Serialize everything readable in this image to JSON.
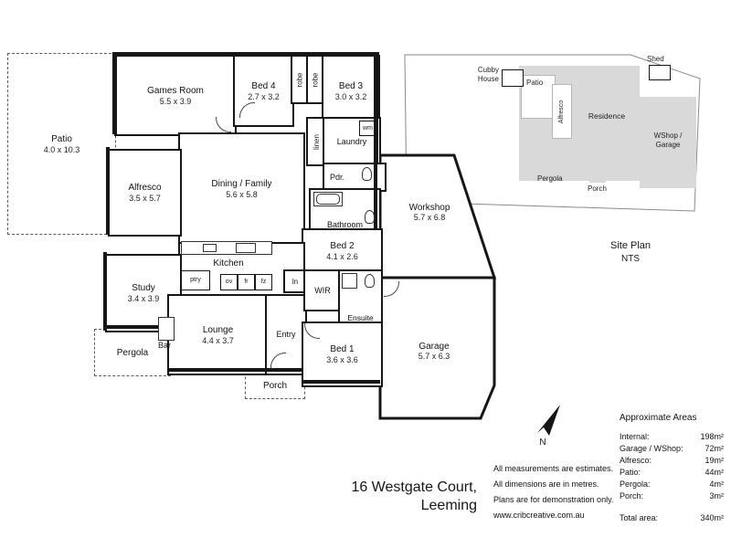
{
  "address": {
    "line1": "16 Westgate Court,",
    "line2": "Leeming"
  },
  "disclaimers": {
    "line1": "All measurements are estimates.",
    "line2": "All dimensions are in metres.",
    "line3": "Plans are for demonstration only.",
    "line4": "www.cribcreative.com.au"
  },
  "north_label": "N",
  "site_plan": {
    "title": "Site Plan",
    "scale": "NTS",
    "cubby_house": "Cubby House",
    "shed": "Shed",
    "patio": "Patio",
    "alfresco": "Alfresco",
    "residence": "Residence",
    "wshop_garage": "WShop / Garage",
    "pergola": "Pergola",
    "porch": "Porch"
  },
  "areas": {
    "title": "Approximate Areas",
    "rows": [
      {
        "label": "Internal:",
        "value": "198m²"
      },
      {
        "label": "Garage / WShop:",
        "value": "72m²"
      },
      {
        "label": "Alfresco:",
        "value": "19m²"
      },
      {
        "label": "Patio:",
        "value": "44m²"
      },
      {
        "label": "Pergola:",
        "value": "4m²"
      },
      {
        "label": "Porch:",
        "value": "3m²"
      }
    ],
    "total": {
      "label": "Total area:",
      "value": "340m²"
    }
  },
  "rooms": {
    "patio": {
      "name": "Patio",
      "dims": "4.0 x 10.3"
    },
    "games": {
      "name": "Games Room",
      "dims": "5.5 x 3.9"
    },
    "bed4": {
      "name": "Bed 4",
      "dims": "2.7 x 3.2"
    },
    "robe": {
      "name": "robe"
    },
    "bed3": {
      "name": "Bed 3",
      "dims": "3.0 x 3.2"
    },
    "linen": {
      "name": "linen"
    },
    "laundry": {
      "name": "Laundry"
    },
    "wm": {
      "name": "wm"
    },
    "pdr": {
      "name": "Pdr."
    },
    "bathroom": {
      "name": "Bathroom"
    },
    "dining": {
      "name": "Dining / Family",
      "dims": "5.6 x 5.8"
    },
    "alfresco": {
      "name": "Alfresco",
      "dims": "3.5 x 5.7"
    },
    "workshop": {
      "name": "Workshop",
      "dims": "5.7 x 6.8"
    },
    "bed2": {
      "name": "Bed 2",
      "dims": "4.1 x 2.6"
    },
    "kitchen": {
      "name": "Kitchen",
      "ptry": "ptry",
      "ov": "ov",
      "fr": "fr",
      "fz": "fz"
    },
    "study": {
      "name": "Study",
      "dims": "3.4 x 3.9"
    },
    "lounge": {
      "name": "Lounge",
      "dims": "4.4 x 3.7"
    },
    "bar": {
      "name": "Bar"
    },
    "pergola": {
      "name": "Pergola"
    },
    "entry": {
      "name": "Entry"
    },
    "ln": {
      "name": "ln"
    },
    "wir": {
      "name": "WIR"
    },
    "ensuite": {
      "name": "Ensuite"
    },
    "bed1": {
      "name": "Bed 1",
      "dims": "3.6 x 3.6"
    },
    "porch": {
      "name": "Porch"
    },
    "garage": {
      "name": "Garage",
      "dims": "5.7 x 6.3"
    }
  }
}
